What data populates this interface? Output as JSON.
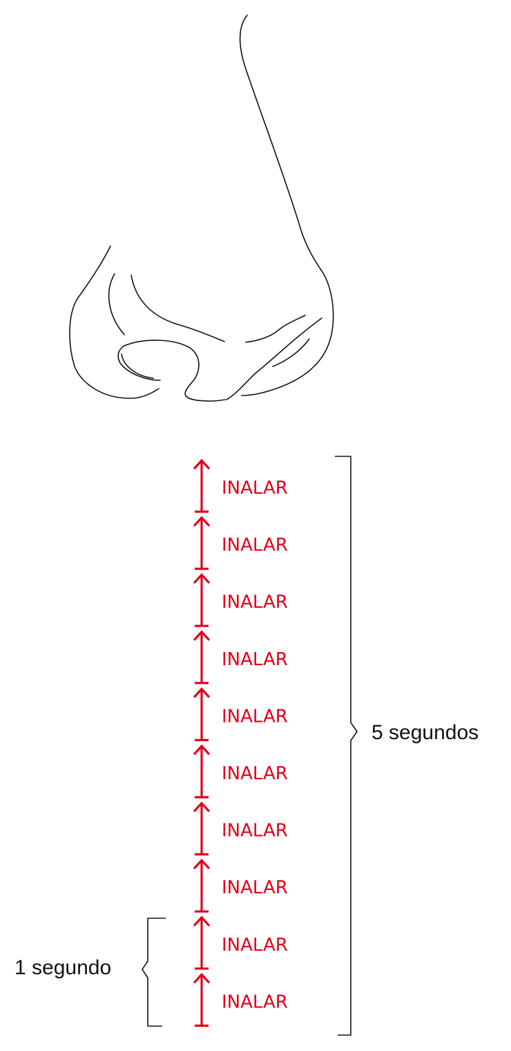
{
  "colors": {
    "accent": "#e0001b",
    "ink": "#111111"
  },
  "icons": {
    "nose": "nose-line-drawing-icon",
    "inhale": "arrow-up-icon"
  },
  "steps": [
    {
      "label": "INALAR"
    },
    {
      "label": "INALAR"
    },
    {
      "label": "INALAR"
    },
    {
      "label": "INALAR"
    },
    {
      "label": "INALAR"
    },
    {
      "label": "INALAR"
    },
    {
      "label": "INALAR"
    },
    {
      "label": "INALAR"
    },
    {
      "label": "INALAR"
    },
    {
      "label": "INALAR"
    }
  ],
  "brackets": {
    "total": {
      "label": "5 segundos"
    },
    "unit": {
      "label": "1 segundo"
    }
  }
}
